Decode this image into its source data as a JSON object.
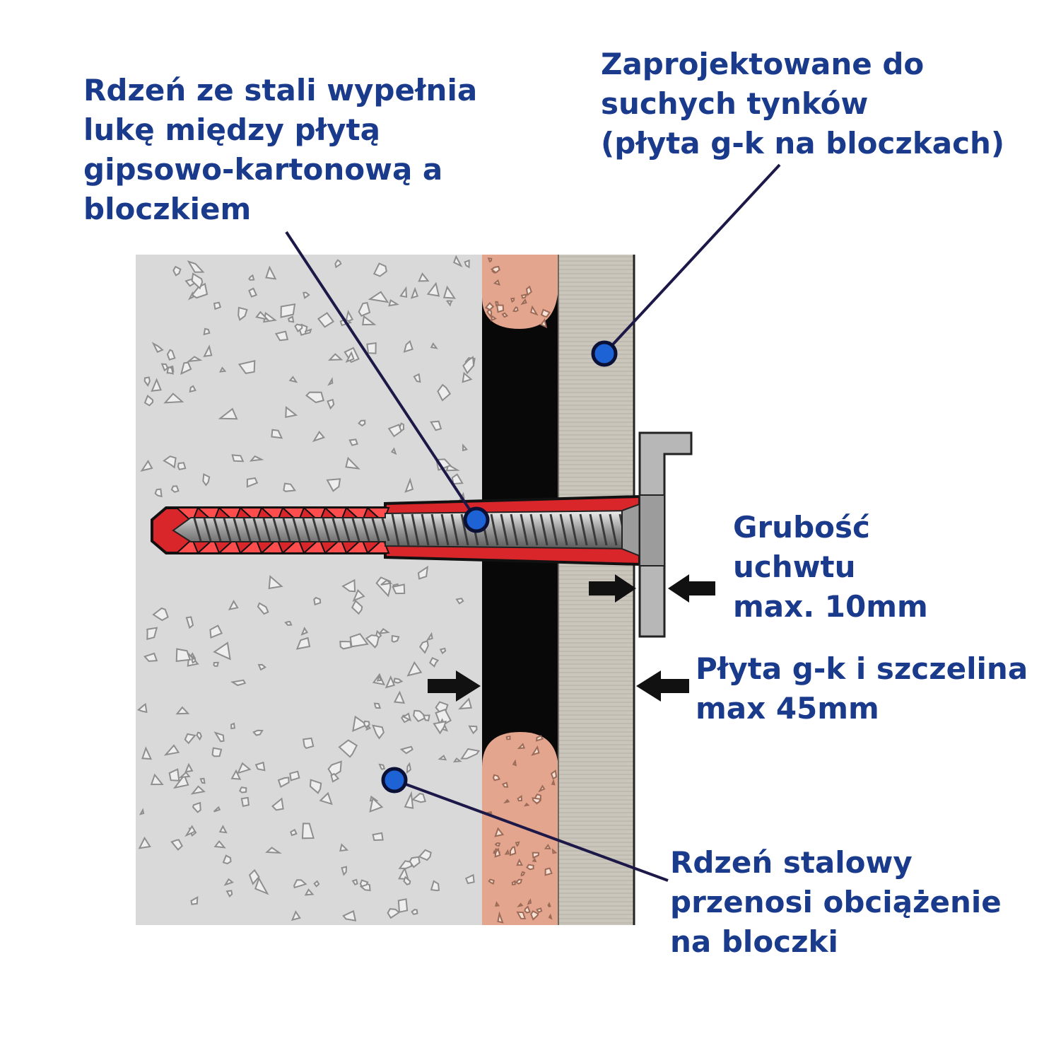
{
  "labels": {
    "steel_core_fills_gap": [
      "Rdzeń ze stali wypełnia",
      "lukę między płytą",
      "gipsowo-kartonową a",
      "bloczkiem"
    ],
    "designed_for_dry_plaster": [
      "Zaprojektowane do",
      "suchych tynków",
      "(płyta g-k na bloczkach)"
    ],
    "fixture_thickness": [
      "Grubość",
      "uchwtu",
      "max. 10mm"
    ],
    "board_and_gap": [
      "Płyta g-k i szczelina",
      "max 45mm"
    ],
    "steel_core_transfers_load": [
      "Rdzeń stalowy",
      "przenosi obciążenie",
      "na bloczki"
    ]
  },
  "colors": {
    "label_text": "#1a3a8c",
    "leader_line": "#1c1848",
    "marker_fill": "#1e63d6",
    "concrete": "#d9d9d9",
    "gap": "#080808",
    "brick": "#e3a58e",
    "plasterboard": "#c9c5bb",
    "anchor_red": "#d8262a",
    "fixture": "#b7b7b7",
    "screw": "#a8a8a8"
  }
}
